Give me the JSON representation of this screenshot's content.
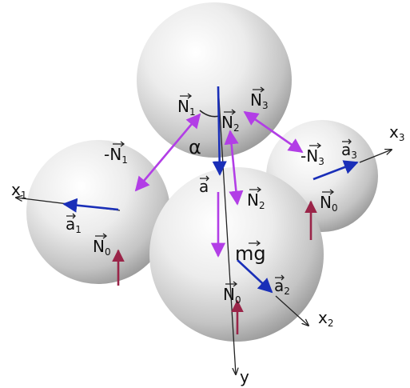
{
  "labels": {
    "N1_top": {
      "base": "N",
      "sub": "1",
      "prefix": ""
    },
    "N1_left": {
      "base": "N",
      "sub": "1",
      "prefix": "-"
    },
    "N2_top": {
      "base": "N",
      "sub": "2",
      "prefix": ""
    },
    "N2_mid": {
      "base": "N",
      "sub": "2",
      "prefix": ""
    },
    "N3_top": {
      "base": "N",
      "sub": "3",
      "prefix": ""
    },
    "N3_right": {
      "base": "N",
      "sub": "3",
      "prefix": "-"
    },
    "a_center": {
      "base": "a",
      "sub": "",
      "prefix": ""
    },
    "a1": {
      "base": "a",
      "sub": "1",
      "prefix": ""
    },
    "a2": {
      "base": "a",
      "sub": "2",
      "prefix": ""
    },
    "a3": {
      "base": "a",
      "sub": "3",
      "prefix": ""
    },
    "N0_left": {
      "base": "N",
      "sub": "0",
      "prefix": ""
    },
    "N0_bottom": {
      "base": "N",
      "sub": "0",
      "prefix": ""
    },
    "N0_right": {
      "base": "N",
      "sub": "0",
      "prefix": ""
    },
    "mg": {
      "base": "mg",
      "sub": "",
      "prefix": ""
    },
    "alpha": "α"
  },
  "axes": {
    "x1": {
      "base": "x",
      "sub": "1"
    },
    "x2": {
      "base": "x",
      "sub": "2"
    },
    "x3": {
      "base": "x",
      "sub": "3"
    },
    "y": "y"
  },
  "colors": {
    "purple": "#b23ee6",
    "blue": "#1a2fb8",
    "maroon": "#9a2448",
    "axis": "#222222"
  }
}
